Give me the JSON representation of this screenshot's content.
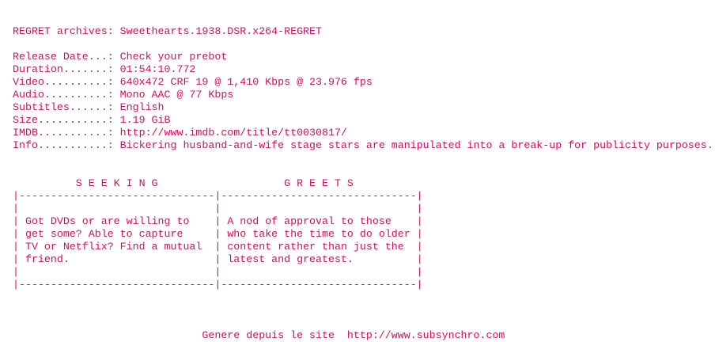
{
  "colors": {
    "text": "#d0105e",
    "background": "#ffffff"
  },
  "header": {
    "label": "REGRET archives: ",
    "release_name": "Sweethearts.1938.DSR.x264-REGRET"
  },
  "info": [
    {
      "label": "Release Date...: ",
      "value": "Check your prebot"
    },
    {
      "label": "Duration.......: ",
      "value": "01:54:10.772"
    },
    {
      "label": "Video..........: ",
      "value": "640x472 CRF 19 @ 1,410 Kbps @ 23.976 fps"
    },
    {
      "label": "Audio..........: ",
      "value": "Mono AAC @ 77 Kbps"
    },
    {
      "label": "Subtitles......: ",
      "value": "English"
    },
    {
      "label": "Size...........: ",
      "value": "1.19 GiB"
    },
    {
      "label": "IMDB...........: ",
      "value": "http://www.imdb.com/title/tt0030817/"
    },
    {
      "label": "Info...........: ",
      "value": "Bickering husband-and-wife stage stars are manipulated into a break-up for publicity purposes."
    }
  ],
  "boxes": {
    "seeking_title": "S E E K I N G",
    "greets_title": "G R E E T S",
    "seeking_lines": [
      "Got DVDs or are willing to",
      "get some? Able to capture",
      "TV or Netflix? Find a mutual",
      "friend."
    ],
    "greets_lines": [
      "A nod of approval to those",
      "who take the time to do older",
      "content rather than just the",
      "latest and greatest."
    ]
  },
  "footer": {
    "text": "Genere depuis le site  ",
    "link": "http://www.subsynchro.com"
  }
}
